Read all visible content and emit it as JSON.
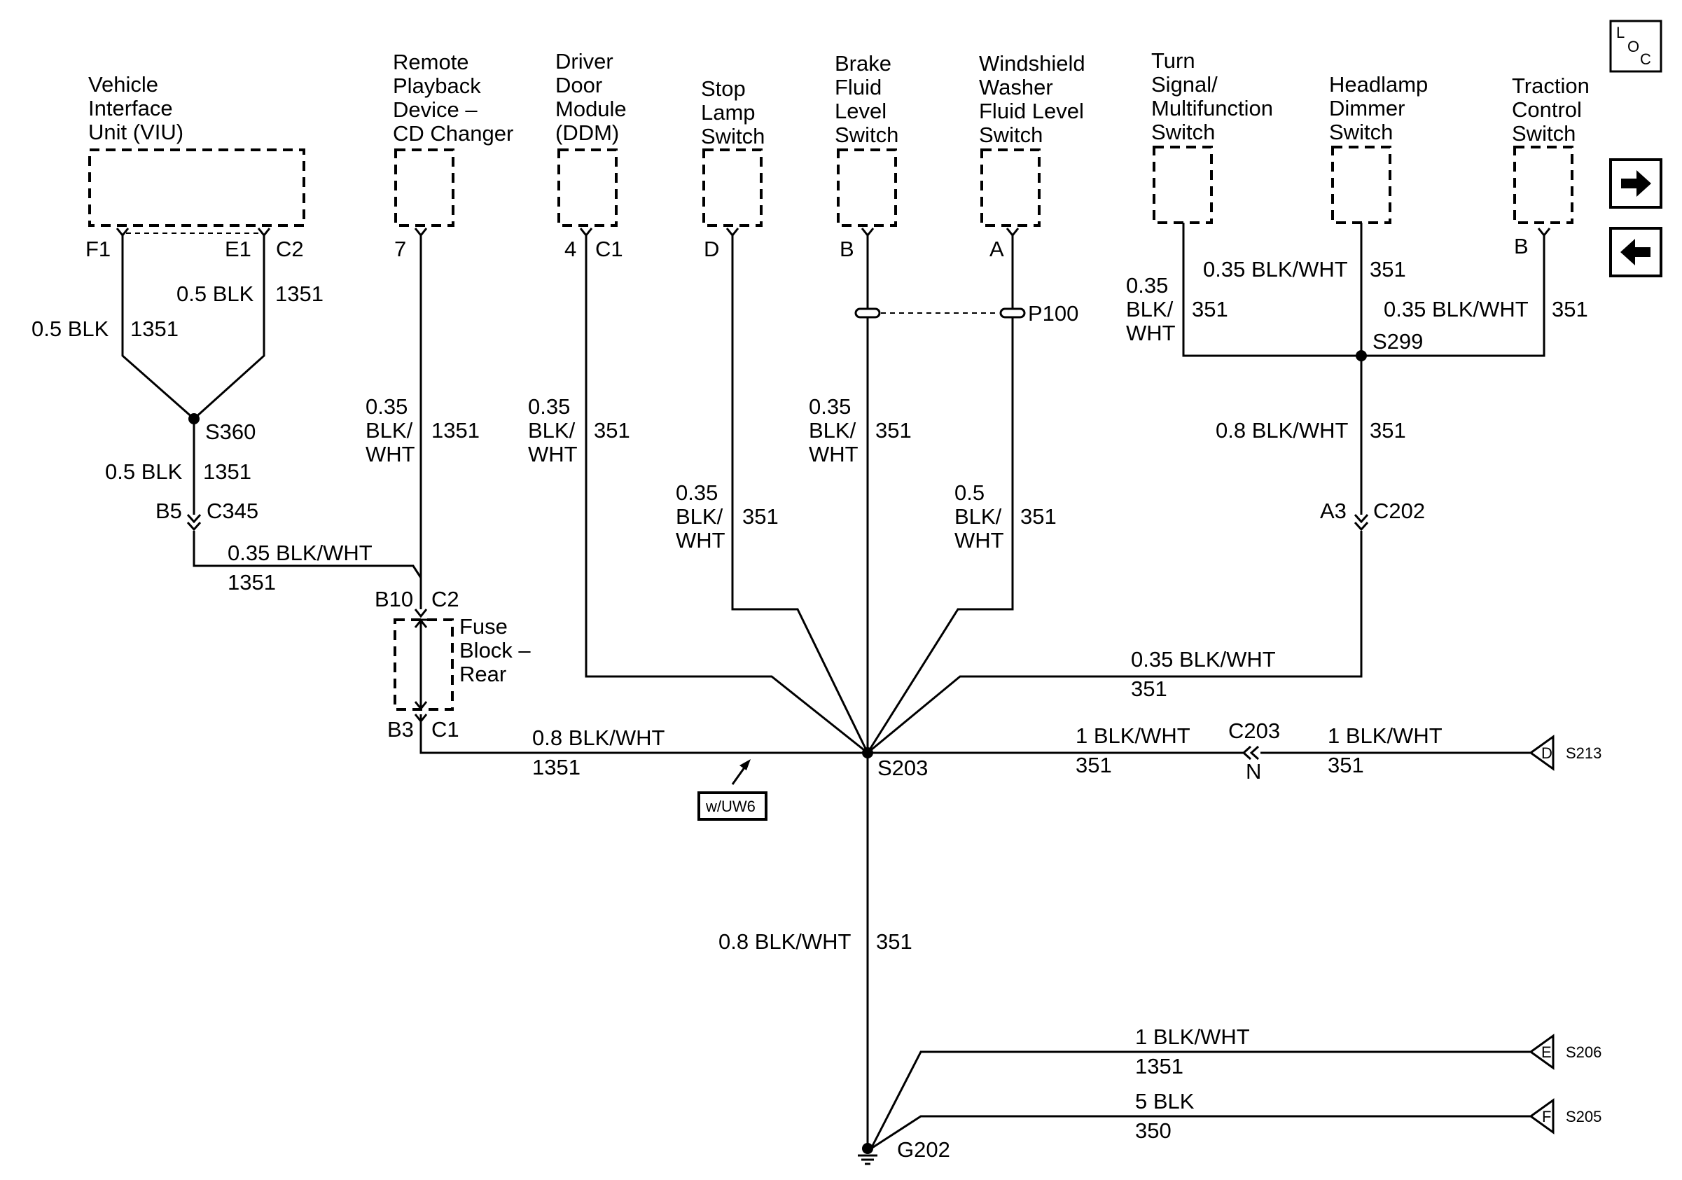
{
  "components": {
    "viu": [
      "Vehicle",
      "Interface",
      "Unit (VIU)"
    ],
    "remote_playback": [
      "Remote",
      "Playback",
      "Device –",
      "CD Changer"
    ],
    "ddm": [
      "Driver",
      "Door",
      "Module",
      "(DDM)"
    ],
    "stop_lamp": [
      "Stop",
      "Lamp",
      "Switch"
    ],
    "brake_fluid": [
      "Brake",
      "Fluid",
      "Level",
      "Switch"
    ],
    "washer_fluid": [
      "Windshield",
      "Washer",
      "Fluid Level",
      "Switch"
    ],
    "turn_signal": [
      "Turn",
      "Signal/",
      "Multifunction",
      "Switch"
    ],
    "headlamp_dimmer": [
      "Headlamp",
      "Dimmer",
      "Switch"
    ],
    "traction_control": [
      "Traction",
      "Control",
      "Switch"
    ],
    "fuse_block": [
      "Fuse",
      "Block –",
      "Rear"
    ]
  },
  "pins": {
    "viu_f1": "F1",
    "viu_e1": "E1",
    "viu_c2": "C2",
    "remote_7": "7",
    "ddm_4": "4",
    "ddm_c1": "C1",
    "stop_d": "D",
    "brake_b": "B",
    "washer_a": "A",
    "traction_b": "B",
    "c345_b5": "B5",
    "c345": "C345",
    "fuse_b10": "B10",
    "fuse_c2": "C2",
    "fuse_b3": "B3",
    "fuse_c1": "C1",
    "c202_a3": "A3",
    "c202": "C202",
    "c203": "C203",
    "c203_n": "N"
  },
  "splices": {
    "s360": "S360",
    "s299": "S299",
    "s203": "S203",
    "g202": "G202",
    "p100": "P100"
  },
  "wires": {
    "viu_left": [
      "0.5 BLK",
      "1351"
    ],
    "viu_right": [
      "0.5 BLK",
      "1351"
    ],
    "s360_down": [
      "0.5 BLK",
      "1351"
    ],
    "c345_to_fuse": [
      "0.35 BLK/WHT",
      "1351"
    ],
    "remote": [
      "0.35",
      "BLK/",
      "WHT",
      "1351"
    ],
    "ddm": [
      "0.35",
      "BLK/",
      "WHT",
      "351"
    ],
    "stop": [
      "0.35",
      "BLK/",
      "WHT",
      "351"
    ],
    "brake": [
      "0.35",
      "BLK/",
      "WHT",
      "351"
    ],
    "washer": [
      "0.5",
      "BLK/",
      "WHT",
      "351"
    ],
    "turn": [
      "0.35",
      "BLK/",
      "WHT",
      "351"
    ],
    "headlamp": [
      "0.35 BLK/WHT",
      "351"
    ],
    "traction": [
      "0.35 BLK/WHT",
      "351"
    ],
    "s299_down": [
      "0.8 BLK/WHT",
      "351"
    ],
    "c202_to_s203": [
      "0.35 BLK/WHT",
      "351"
    ],
    "fuse_to_s203": [
      "0.8 BLK/WHT",
      "1351"
    ],
    "s203_to_c203": [
      "1 BLK/WHT",
      "351"
    ],
    "c203_to_s213": [
      "1 BLK/WHT",
      "351"
    ],
    "s203_to_g202": [
      "0.8 BLK/WHT",
      "351"
    ],
    "s206": [
      "1 BLK/WHT",
      "1351"
    ],
    "s205": [
      "5 BLK",
      "350"
    ]
  },
  "option_note": "w/UW6",
  "offpage": [
    {
      "letter": "D",
      "label": "S213"
    },
    {
      "letter": "E",
      "label": "S206"
    },
    {
      "letter": "F",
      "label": "S205"
    }
  ],
  "loc_icon": {
    "letters": [
      "L",
      "O",
      "C"
    ]
  },
  "nav": {
    "next_icon": "arrow-right-icon",
    "prev_icon": "arrow-left-icon"
  }
}
